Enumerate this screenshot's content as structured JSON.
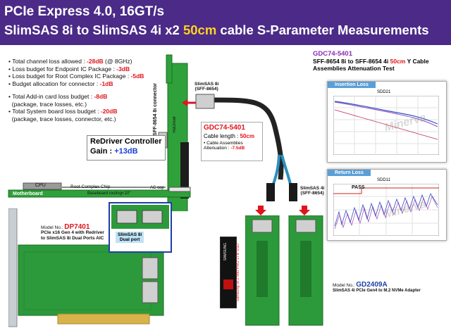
{
  "banner": {
    "line1": "PCIe Express 4.0, 16GT/s",
    "line2_a": "SlimSAS 8i to SlimSAS 4i x2 ",
    "line2_b": "50cm",
    "line2_c": " cable S-Parameter Measurements"
  },
  "budget": {
    "items": [
      {
        "pre": "Total channel loss allowed : ",
        "val": "-28dB",
        "post": " (@ 8GHz)"
      },
      {
        "pre": "Loss budget for Endpoint IC Package : ",
        "val": "-3dB",
        "post": ""
      },
      {
        "pre": "Loss budget for Root Complex IC Package : ",
        "val": "-5dB",
        "post": ""
      },
      {
        "pre": "Budget allocation for connector : ",
        "val": "-1dB",
        "post": ""
      }
    ],
    "items2": [
      {
        "pre": "Total Add-in card loss budget : ",
        "val": "-8dB",
        "post": ""
      },
      {
        "pre": "(package, trace losses, etc.)",
        "val": "",
        "post": ""
      },
      {
        "pre": "Total System board loss budget : ",
        "val": "-20dB",
        "post": ""
      },
      {
        "pre": "(package, trace losses, connector, etc.)",
        "val": "",
        "post": ""
      }
    ]
  },
  "redriver": {
    "title": "ReDriver Controller",
    "gain_label": "Gain : ",
    "gain_value": "+13dB"
  },
  "labels": {
    "sff_connector": "SFF-8654 8i connector",
    "redriver_vertical": "ReDriver",
    "slimsas8i": "SlimSAS 8i",
    "slimsas8i_sub": "(SFF-8654)",
    "slimsas4i": "SlimSAS 4i",
    "slimsas4i_sub": "(SFF-8654)",
    "cpu": "CPU",
    "root_complex": "Root Complex Chip",
    "motherboard": "Motherboard",
    "baseboard_routing": "Baseboard routing<10\"",
    "ac_cap": "AC cap"
  },
  "cable_box": {
    "model": "GDC74-5401",
    "length_label": "Cable length : ",
    "length_value": "50cm",
    "atten_line1": "• Cable Assemblies",
    "atten_label": "Attenuation : ",
    "atten_value": "-7.5dB"
  },
  "test_title": {
    "model": "GDC74-5401",
    "line1_a": "SFF-8654 8i to SFF-8654 4i ",
    "line1_b": "50cm",
    "line1_c": " Y Cable",
    "line2": "Assemblies Attenuation Test"
  },
  "charts": {
    "insertion": {
      "tab": "Insertion Loss",
      "title": "SDD21",
      "watermark": "Minerva"
    },
    "return": {
      "tab": "Return Loss",
      "title": "SDD11",
      "pass": "PASS",
      "watermark": "Minerva"
    }
  },
  "dp7401": {
    "model_label": "Model No.: ",
    "model": "DP7401",
    "desc1": "PCIe x16 Gen 4 with Redriver",
    "desc2": "to SlimSAS 8i Dual Ports AIC",
    "callout1": "SlimSAS 8i",
    "callout2": "Dual port"
  },
  "gd2409a": {
    "model_label": "Model No.: ",
    "model": "GD2409A",
    "desc": "SlimSAS 4i PCIe Gen4 to M.2 NVMe Adapter"
  },
  "ssd": {
    "label": "Samsung M.2 980 PRO 1TB SSD",
    "brand": "SAMSUNG"
  }
}
